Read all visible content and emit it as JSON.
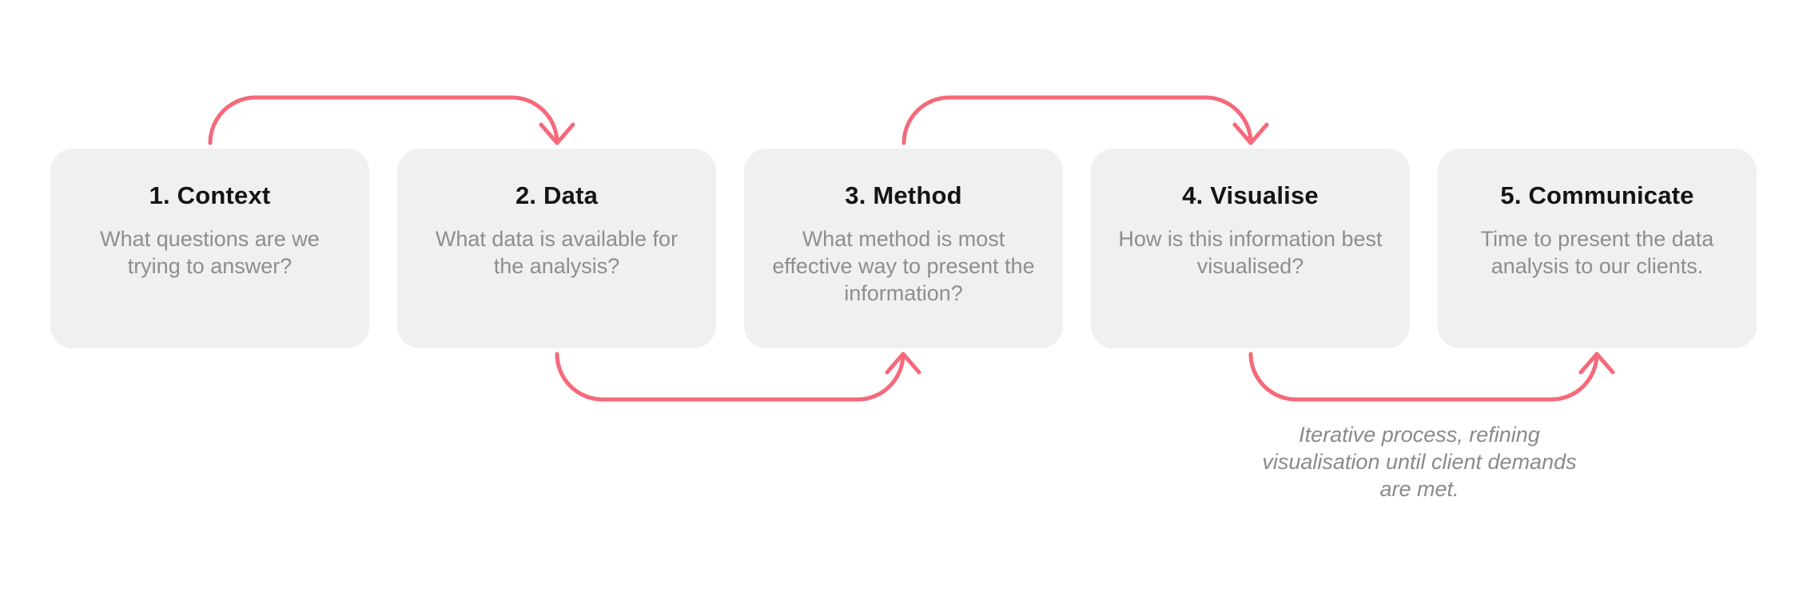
{
  "diagram": {
    "kind": "process-flow",
    "note": "Iterative process, refining visualisation until client demands are met."
  },
  "steps": [
    {
      "title": "1. Context",
      "description": "What questions are we trying to answer?"
    },
    {
      "title": "2. Data",
      "description": "What data is available for the analysis?"
    },
    {
      "title": "3. Method",
      "description": "What method is most effective way to present the information?"
    },
    {
      "title": "4. Visualise",
      "description": "How is this information best visualised?"
    },
    {
      "title": "5. Communicate",
      "description": "Time to present the data analysis to our clients."
    }
  ],
  "arrows": [
    {
      "from": "1. Context",
      "to": "2. Data",
      "route": "top"
    },
    {
      "from": "2. Data",
      "to": "3. Method",
      "route": "bottom"
    },
    {
      "from": "3. Method",
      "to": "4. Visualise",
      "route": "top"
    },
    {
      "from": "4. Visualise",
      "to": "5. Communicate",
      "route": "bottom"
    }
  ],
  "colors": {
    "accent": "#F5697A",
    "box_bg": "#F0F0F0",
    "title_text": "#141414",
    "body_text": "#8E8E8E",
    "note_text": "#8A8A8A",
    "page_bg": "#FFFFFF"
  }
}
